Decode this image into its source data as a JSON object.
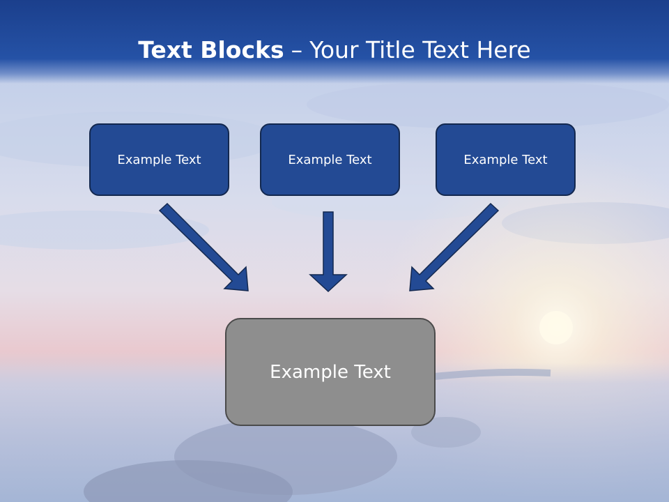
{
  "slide": {
    "title_bold": "Text Blocks",
    "title_separator": "–",
    "title_rest": "Your Title Text Here",
    "top_boxes": [
      {
        "label": "Example Text"
      },
      {
        "label": "Example Text"
      },
      {
        "label": "Example Text"
      }
    ],
    "center_box": {
      "label": "Example Text"
    }
  },
  "colors": {
    "header": "#1b3f8c",
    "box_fill": "#234a94",
    "box_border": "#13284f",
    "arrow_fill": "#234a94",
    "center_fill": "#8e8e8e",
    "center_border": "#4a4a4a"
  }
}
